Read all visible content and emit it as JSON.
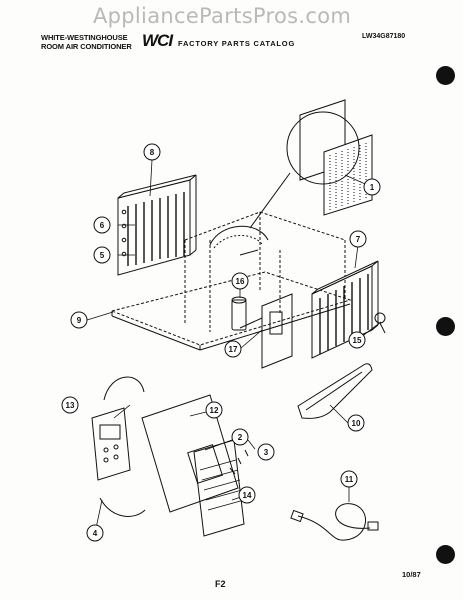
{
  "watermark": "AppliancePartsPros.com",
  "header": {
    "brand_line1": "WHITE-WESTINGHOUSE",
    "brand_line2": "ROOM AIR CONDITIONER",
    "logo": "WCI",
    "catalog_title": "FACTORY PARTS CATALOG",
    "model_code": "LW34G87180"
  },
  "footer": {
    "page_code": "F2",
    "date": "10/87"
  },
  "callouts": [
    "1",
    "2",
    "3",
    "4",
    "5",
    "6",
    "7",
    "8",
    "9",
    "10",
    "11",
    "12",
    "13",
    "14",
    "15",
    "16",
    "17"
  ]
}
